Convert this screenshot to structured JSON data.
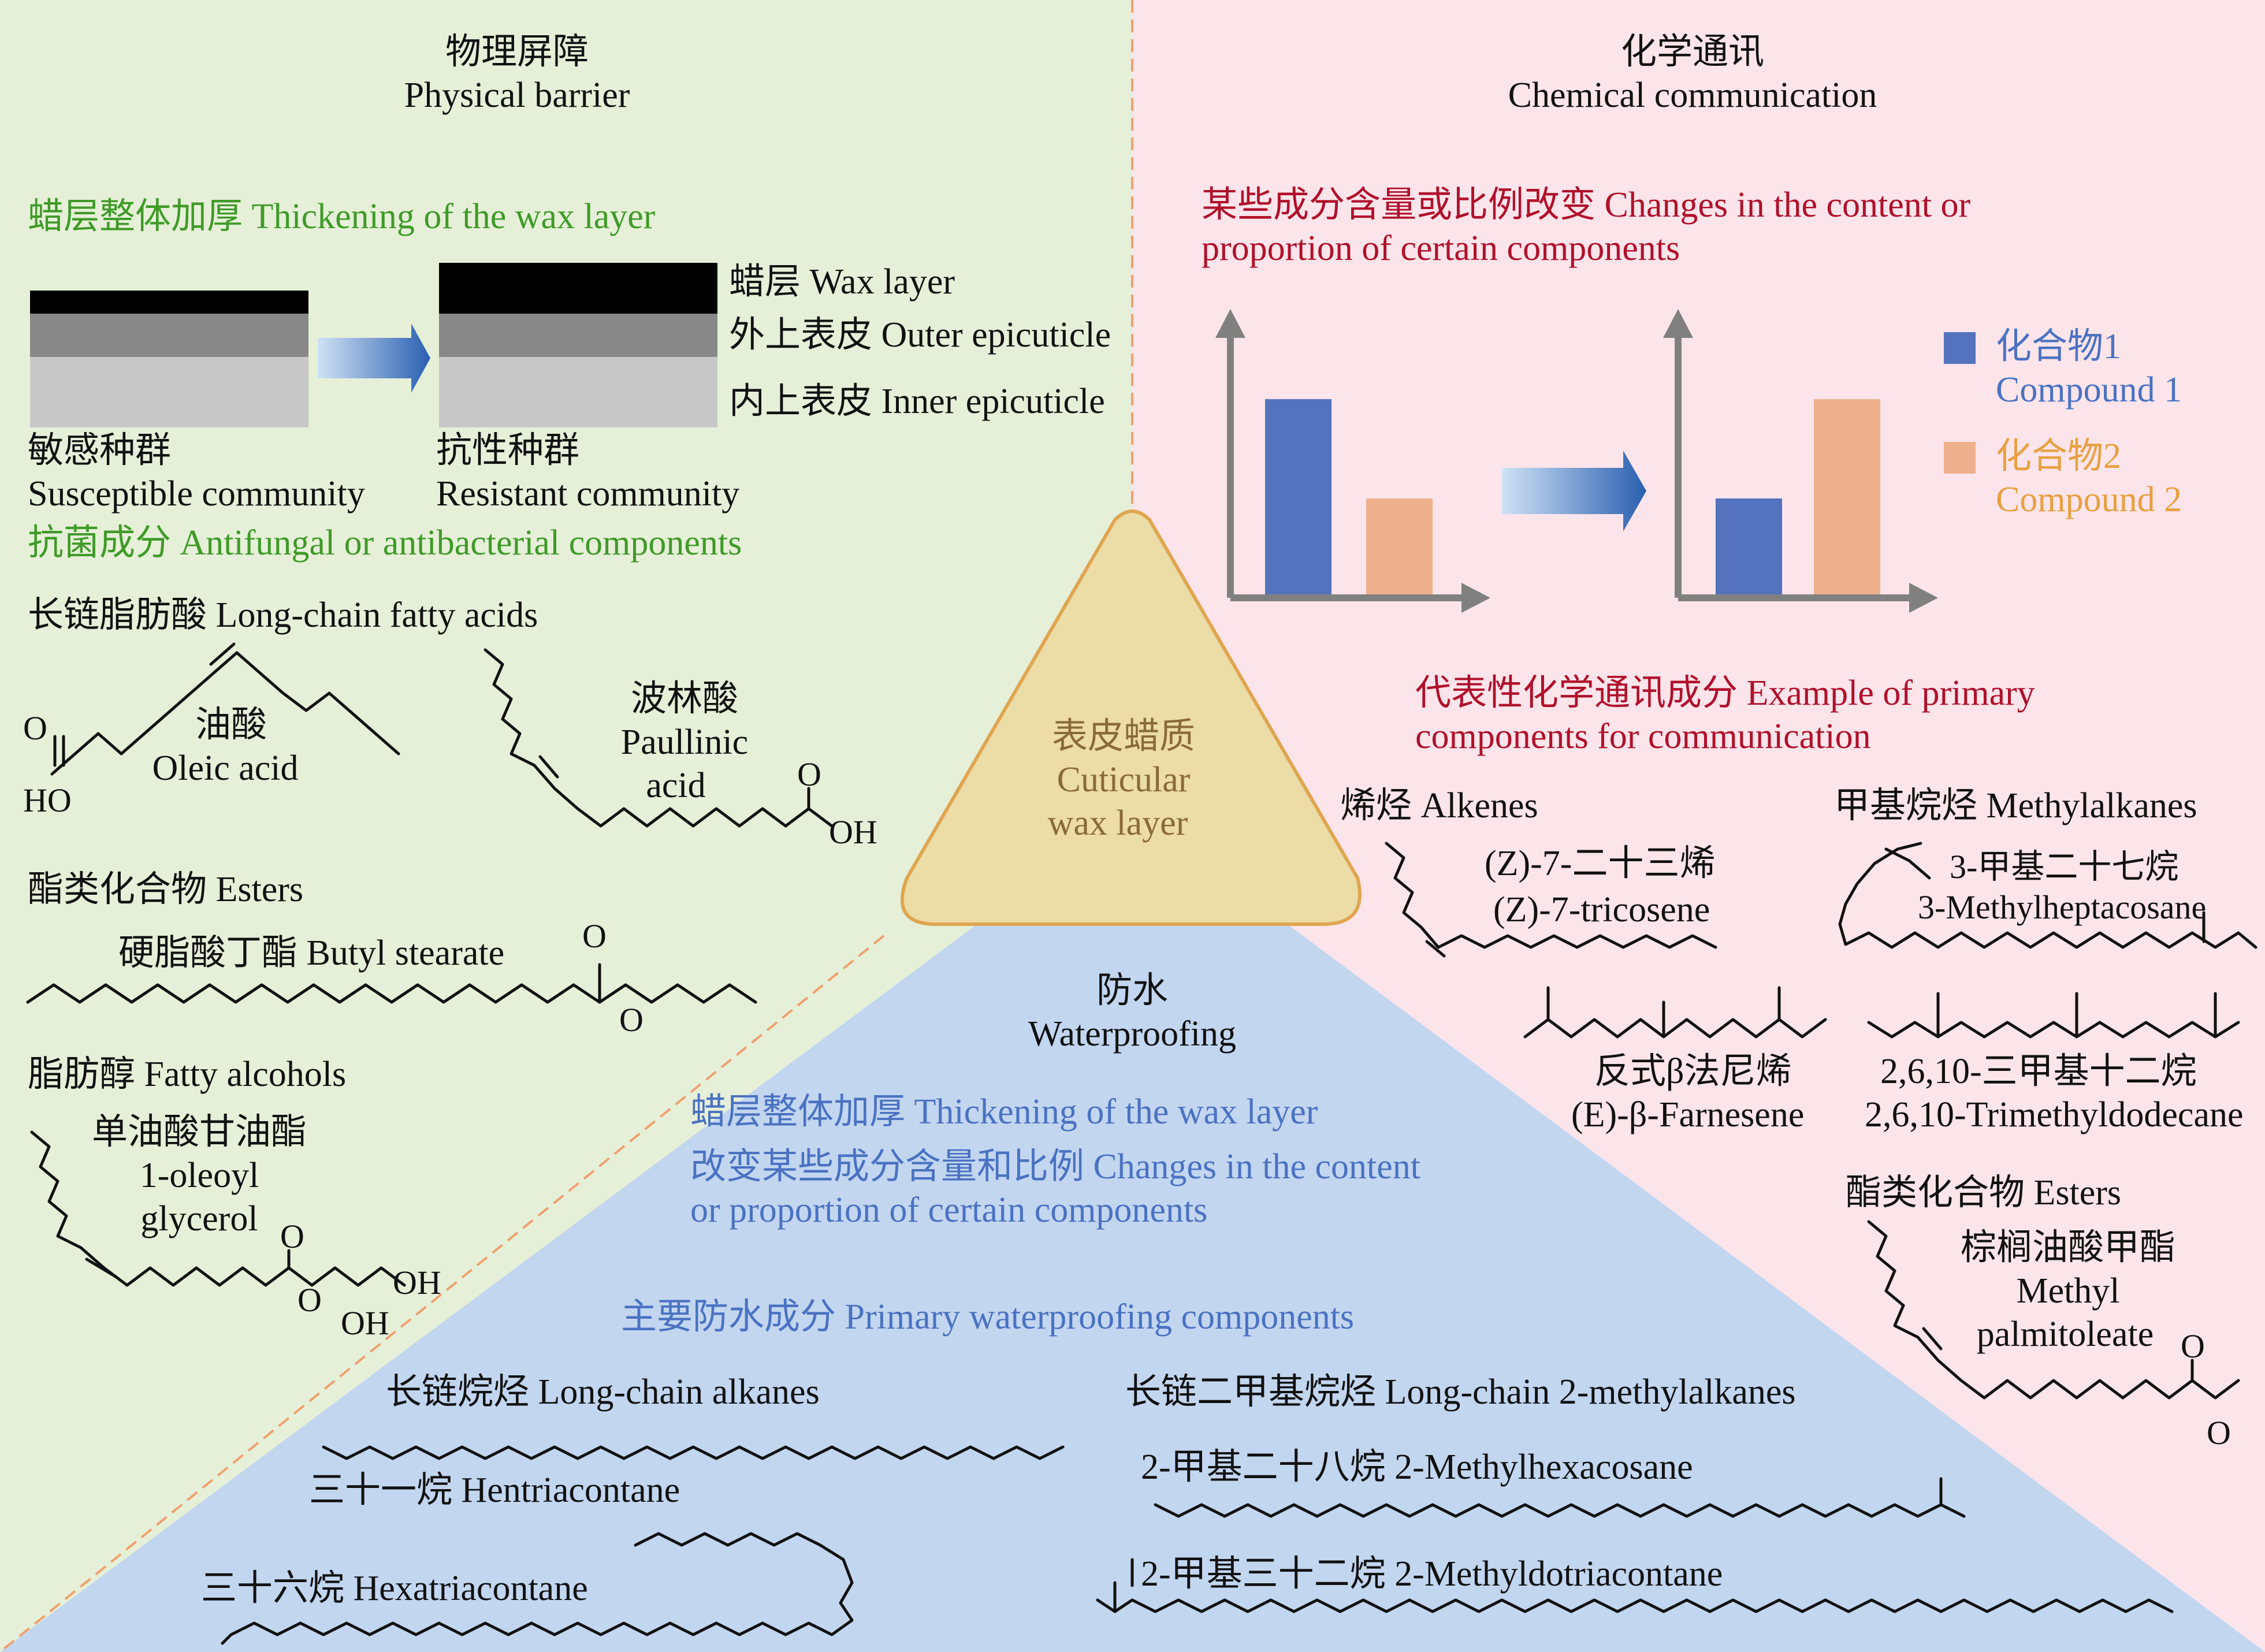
{
  "colors": {
    "physical_bg": "#e6f0d8",
    "chemical_bg": "#fbe4ea",
    "waterproof_bg": "#c2d6f0",
    "center_triangle": "#ecdca6",
    "compound1": "#5472bd",
    "compound2": "#eeb08c",
    "green_text": "#3f9a28",
    "red_text": "#b0102a",
    "blue_text": "#4a72c2",
    "orange_text": "#e8a040"
  },
  "center": {
    "zh": "表皮蜡质",
    "en1": "Cuticular",
    "en2": "wax layer"
  },
  "physical": {
    "title_zh": "物理屏障",
    "title_en": "Physical barrier",
    "thickening": "蜡层整体加厚 Thickening of the wax layer",
    "wax_layer": "蜡层 Wax layer",
    "outer_epicuticle": "外上表皮 Outer epicuticle",
    "inner_epicuticle": "内上表皮 Inner epicuticle",
    "susceptible_zh": "敏感种群",
    "susceptible_en": "Susceptible community",
    "resistant_zh": "抗性种群",
    "resistant_en": "Resistant community",
    "antifungal": "抗菌成分 Antifungal or antibacterial components",
    "fatty_acids": "长链脂肪酸 Long-chain fatty acids",
    "oleic_zh": "油酸",
    "oleic_en": "Oleic acid",
    "paullinic_zh": "波林酸",
    "paullinic_en1": "Paullinic",
    "paullinic_en2": "acid",
    "esters": "酯类化合物 Esters",
    "butyl_stearate": "硬脂酸丁酯 Butyl stearate",
    "fatty_alcohols": "脂肪醇 Fatty alcohols",
    "oleoyl_zh": "单油酸甘油酯",
    "oleoyl_en1": "1-oleoyl",
    "oleoyl_en2": "glycerol",
    "atom_O": "O",
    "atom_HO": "HO",
    "atom_OH": "OH"
  },
  "chemical": {
    "title_zh": "化学通讯",
    "title_en": "Chemical communication",
    "changes_line1": "某些成分含量或比例改变 Changes in the content or",
    "changes_line2": "proportion of certain components",
    "legend": [
      {
        "zh": "化合物1",
        "en": "Compound 1"
      },
      {
        "zh": "化合物2",
        "en": "Compound 2"
      }
    ],
    "example_line1": "代表性化学通讯成分 Example of primary",
    "example_line2": "components for communication",
    "alkenes": "烯烃 Alkenes",
    "tricosene_zh": "(Z)-7-二十三烯",
    "tricosene_en": "(Z)-7-tricosene",
    "methylalkanes": "甲基烷烃 Methylalkanes",
    "methylheptacosane_zh": "3-甲基二十七烷",
    "methylheptacosane_en": "3-Methylheptacosane",
    "farnesene_zh": "反式β法尼烯",
    "farnesene_en": "(E)-β-Farnesene",
    "tmd_zh": "2,6,10-三甲基十二烷",
    "tmd_en": "2,6,10-Trimethyldodecane",
    "esters": "酯类化合物 Esters",
    "palmitoleate_zh": "棕榈油酸甲酯",
    "palmitoleate_en1": "Methyl",
    "palmitoleate_en2": "palmitoleate",
    "atom_O": "O"
  },
  "chart_data": [
    {
      "type": "bar",
      "title": "",
      "categories": [
        "化合物1 Compound 1",
        "化合物2 Compound 2"
      ],
      "values": [
        4,
        2
      ],
      "ylim": [
        0,
        5
      ]
    },
    {
      "type": "bar",
      "title": "",
      "categories": [
        "化合物1 Compound 1",
        "化合物2 Compound 2"
      ],
      "values": [
        2,
        4
      ],
      "ylim": [
        0,
        5
      ]
    }
  ],
  "waterproof": {
    "title_zh": "防水",
    "title_en": "Waterproofing",
    "thickening": "蜡层整体加厚 Thickening of the wax layer",
    "changes_line1": "改变某些成分含量和比例 Changes in the content",
    "changes_line2": "or proportion of certain components",
    "primary": "主要防水成分 Primary waterproofing components",
    "alkanes": "长链烷烃 Long-chain alkanes",
    "methylalkanes": "长链二甲基烷烃 Long-chain 2-methylalkanes",
    "hentriacontane": "三十一烷 Hentriacontane",
    "hexatriacontane": "三十六烷 Hexatriacontane",
    "methylhexacosane": "2-甲基二十八烷 2-Methylhexacosane",
    "methyldotriacontane": "2-甲基三十二烷 2-Methyldotriacontane"
  }
}
